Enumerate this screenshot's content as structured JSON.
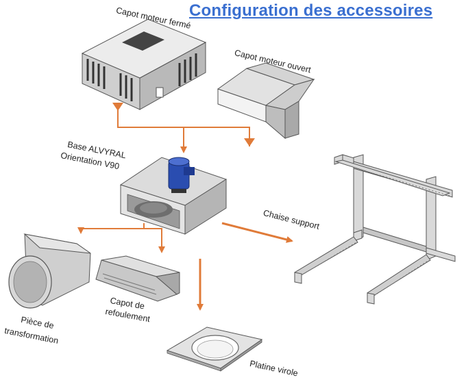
{
  "title": "Configuration des accessoires",
  "labels": {
    "capot_ferme": "Capot moteur fermé",
    "capot_ouvert": "Capot moteur ouvert",
    "base_line1": "Base ALVYRAL",
    "base_line2": "Orientation V90",
    "chaise": "Chaise support",
    "piece_line1": "Pièce de",
    "piece_line2": "transformation",
    "refoulement_line1": "Capot de",
    "refoulement_line2": "refoulement",
    "platine": "Platine virole"
  },
  "colors": {
    "title": "#3a6fd0",
    "arrow": "#e07b39",
    "motor": "#2a4db0",
    "metal_light": "#e6e6e6",
    "metal_mid": "#c9c9c9",
    "metal_dark": "#8e8e8e"
  }
}
